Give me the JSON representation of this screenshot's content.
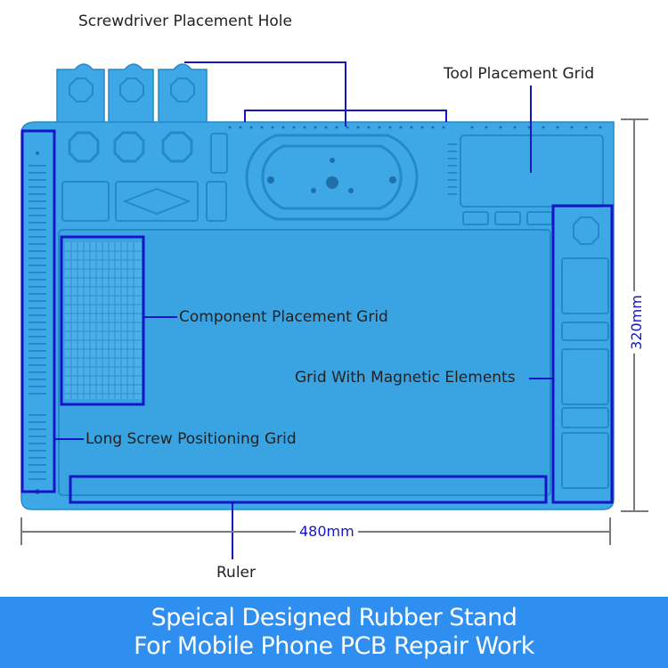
{
  "callouts": {
    "screwdriver_hole": "Screwdriver Placement Hole",
    "tool_grid": "Tool Placement Grid",
    "component_grid": "Component Placement Grid",
    "magnetic_grid": "Grid With Magnetic Elements",
    "long_screw_grid": "Long Screw Positioning Grid",
    "ruler": "Ruler"
  },
  "dimensions": {
    "width": "480mm",
    "height": "320mm"
  },
  "banner": {
    "line1": "Speical Designed Rubber Stand",
    "line2": "For Mobile Phone PCB Repair Work"
  },
  "colors": {
    "mat": "#3ea8e6",
    "mat_dark": "#2588c9",
    "highlight": "#1515c8",
    "dimension_line": "#7a7a7a",
    "banner": "#2f8ff0"
  }
}
